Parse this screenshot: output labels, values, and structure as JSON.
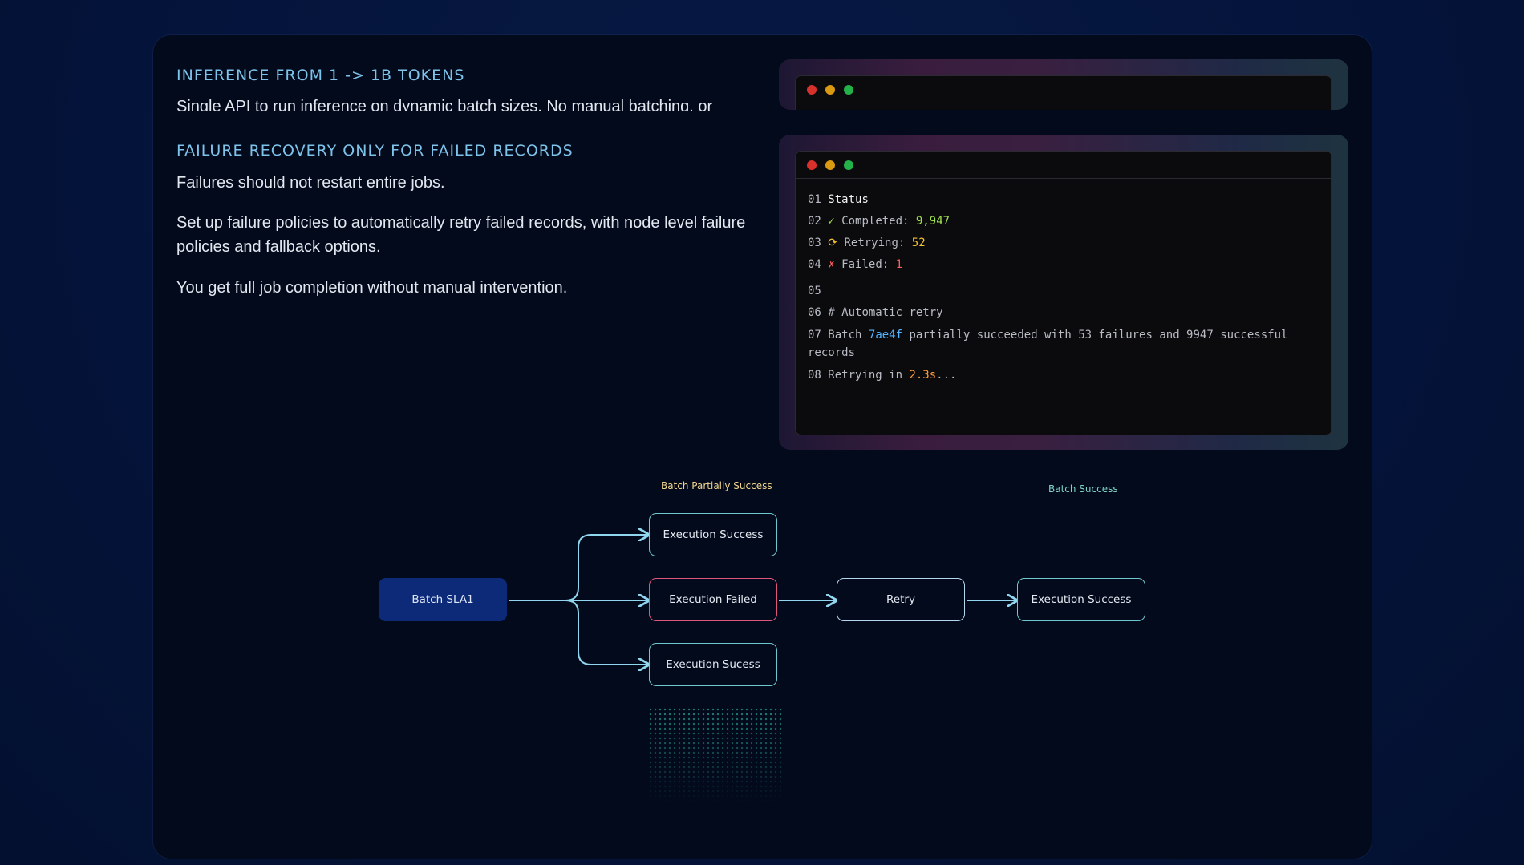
{
  "sections": [
    {
      "heading": "INFERENCE FROM 1 -> 1B TOKENS",
      "paragraph": "Single API to run inference on dynamic batch sizes. No manual batching, or"
    },
    {
      "heading": "FAILURE RECOVERY ONLY FOR FAILED RECORDS",
      "paragraphs": [
        "Failures should not restart entire jobs.",
        "Set up failure policies to automatically retry failed records, with node level failure policies and fallback options.",
        "You get full job completion without manual intervention."
      ]
    }
  ],
  "terminal": {
    "lines": [
      {
        "num": "01",
        "text": "Status"
      },
      {
        "num": "02",
        "icon": "check-icon",
        "glyph": "✓",
        "label": "Completed:",
        "value": "9,947"
      },
      {
        "num": "03",
        "icon": "refresh-icon",
        "glyph": "⟳",
        "label": "Retrying:",
        "value": "52"
      },
      {
        "num": "04",
        "icon": "cross-icon",
        "glyph": "✗",
        "label": "Failed:",
        "value": "1"
      },
      {
        "num": "05",
        "text": ""
      },
      {
        "num": "06",
        "text": "# Automatic retry"
      },
      {
        "num": "07",
        "pre": "Batch",
        "batch_id": "7ae4f",
        "post": "partially succeeded with 53 failures and 9947 successful records"
      },
      {
        "num": "08",
        "pre": "Retrying in",
        "delay": "2.3s",
        "post": "..."
      }
    ]
  },
  "diagram": {
    "start": "Batch SLA1",
    "caption_partial": "Batch Partially Success",
    "caption_success": "Batch Success",
    "node_top": "Execution Success",
    "node_failed": "Execution Failed",
    "node_bottom": "Execution Sucess",
    "node_retry": "Retry",
    "node_final": "Execution Success"
  },
  "colors": {
    "heading": "#7ec3ea",
    "success_border": "#6fc7cf",
    "failed_border": "#e0577d",
    "start_fill": "#0c2a78"
  }
}
